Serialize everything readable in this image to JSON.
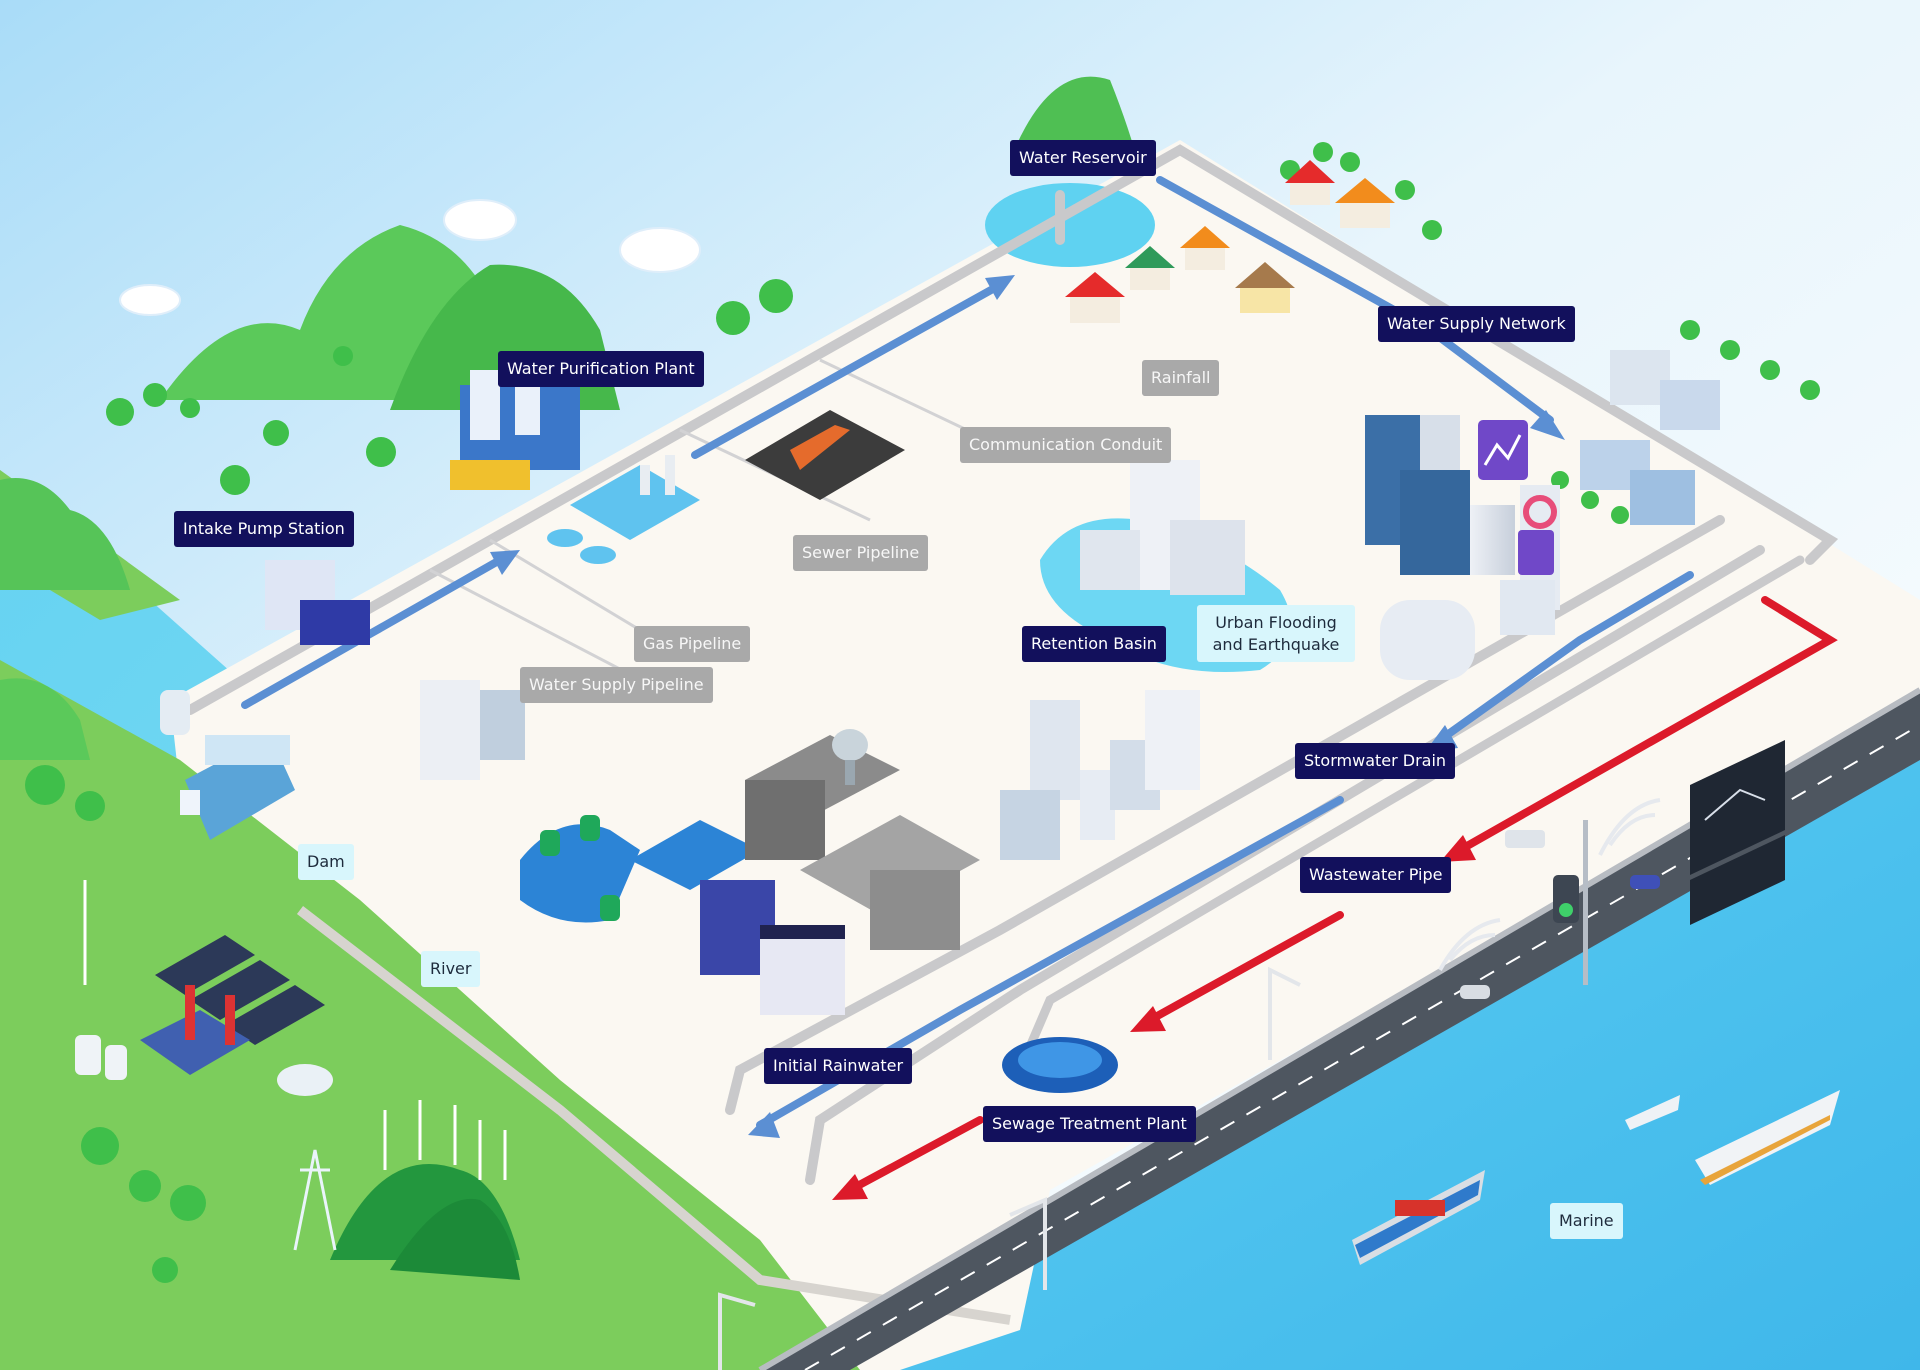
{
  "colors": {
    "sky_top": "#bfe6fb",
    "ground": "#fbf8f2",
    "water": "#6dd8f4",
    "grass": "#7acf5d",
    "label_dark": "#12105c",
    "label_gray": "#a9a9a9",
    "label_light": "#d8f6fc",
    "clean_flow": "#5b8fd3",
    "waste_flow": "#dc1a2a",
    "pipe": "#c9c9cb"
  },
  "labels": {
    "water_reservoir": "Water Reservoir",
    "water_supply_network": "Water Supply Network",
    "water_purification_plant": "Water Purification Plant",
    "intake_pump_station": "Intake Pump Station",
    "rainfall": "Rainfall",
    "communication_conduit": "Communication Conduit",
    "sewer_pipeline": "Sewer Pipeline",
    "gas_pipeline": "Gas Pipeline",
    "water_supply_pipeline": "Water Supply Pipeline",
    "retention_basin": "Retention Basin",
    "urban_flooding": "Urban Flooding and Earthquake",
    "stormwater_drain": "Stormwater Drain",
    "wastewater_pipe": "Wastewater Pipe",
    "dam": "Dam",
    "river": "River",
    "initial_rainwater": "Initial Rainwater",
    "sewage_treatment_plant": "Sewage Treatment Plant",
    "marine": "Marine"
  },
  "icons": [
    "mountain-icon",
    "cloud-icon",
    "tree-icon",
    "house-icon",
    "office-building-icon",
    "reservoir-icon",
    "purification-plant-icon",
    "pump-station-icon",
    "dam-icon",
    "wind-turbine-icon",
    "solar-panel-icon",
    "power-plant-icon",
    "transmission-tower-icon",
    "substation-icon",
    "battery-icon",
    "gas-storage-icon",
    "industrial-factory-icon",
    "water-tower-icon",
    "playground-icon",
    "retention-basin-icon",
    "chart-panel-icon",
    "highway-icon",
    "traffic-light-icon",
    "surveillance-camera-icon",
    "wifi-signal-icon",
    "monitor-screen-icon",
    "car-icon",
    "ship-icon",
    "cargo-ship-icon",
    "boat-icon",
    "street-lamp-icon",
    "sewage-treatment-icon"
  ]
}
